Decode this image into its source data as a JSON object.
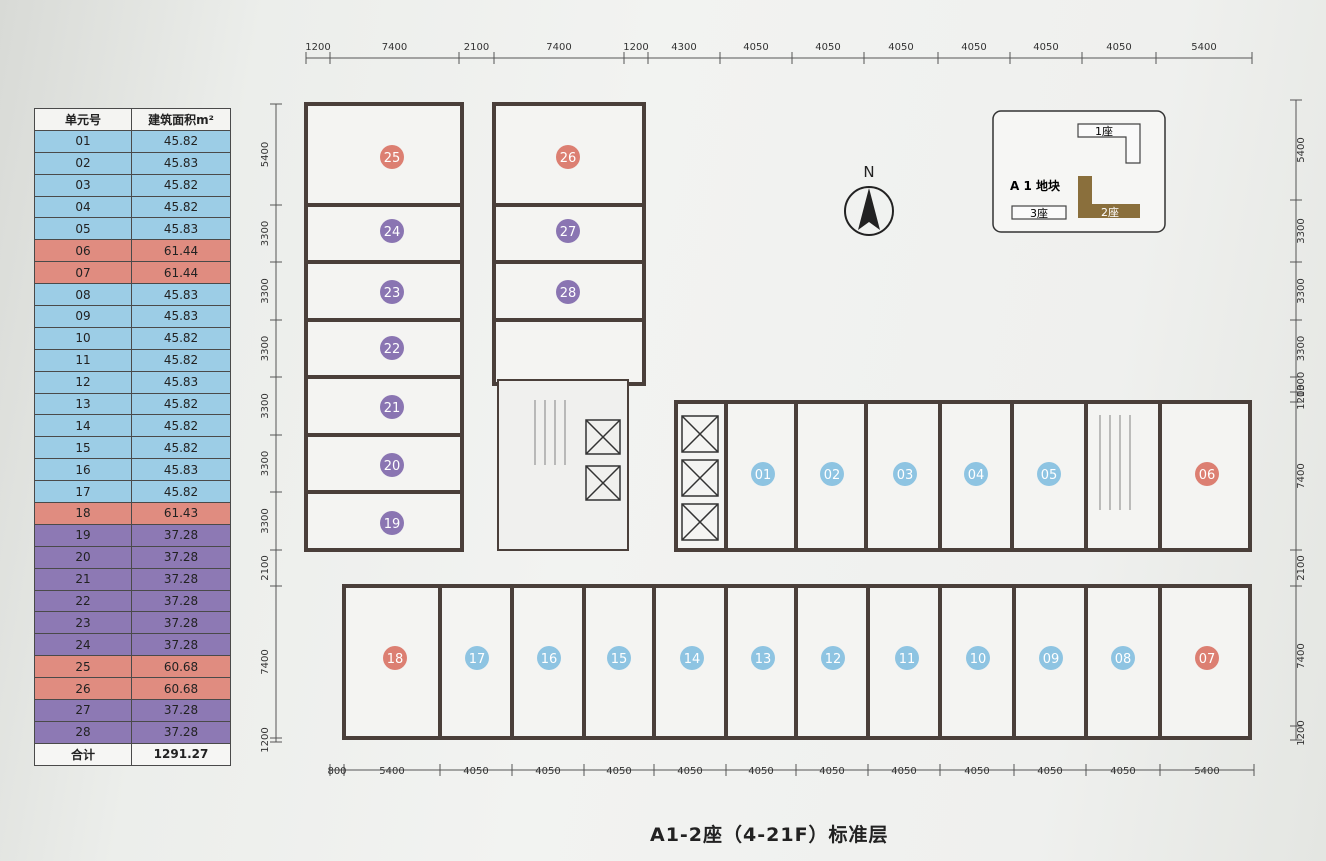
{
  "table": {
    "headers": [
      "单元号",
      "建筑面积m²"
    ],
    "rows": [
      {
        "unit": "01",
        "area": "45.82",
        "type": "blue"
      },
      {
        "unit": "02",
        "area": "45.83",
        "type": "blue"
      },
      {
        "unit": "03",
        "area": "45.82",
        "type": "blue"
      },
      {
        "unit": "04",
        "area": "45.82",
        "type": "blue"
      },
      {
        "unit": "05",
        "area": "45.83",
        "type": "blue"
      },
      {
        "unit": "06",
        "area": "61.44",
        "type": "red"
      },
      {
        "unit": "07",
        "area": "61.44",
        "type": "red"
      },
      {
        "unit": "08",
        "area": "45.83",
        "type": "blue"
      },
      {
        "unit": "09",
        "area": "45.83",
        "type": "blue"
      },
      {
        "unit": "10",
        "area": "45.82",
        "type": "blue"
      },
      {
        "unit": "11",
        "area": "45.82",
        "type": "blue"
      },
      {
        "unit": "12",
        "area": "45.83",
        "type": "blue"
      },
      {
        "unit": "13",
        "area": "45.82",
        "type": "blue"
      },
      {
        "unit": "14",
        "area": "45.82",
        "type": "blue"
      },
      {
        "unit": "15",
        "area": "45.82",
        "type": "blue"
      },
      {
        "unit": "16",
        "area": "45.83",
        "type": "blue"
      },
      {
        "unit": "17",
        "area": "45.82",
        "type": "blue"
      },
      {
        "unit": "18",
        "area": "61.43",
        "type": "red"
      },
      {
        "unit": "19",
        "area": "37.28",
        "type": "purple"
      },
      {
        "unit": "20",
        "area": "37.28",
        "type": "purple"
      },
      {
        "unit": "21",
        "area": "37.28",
        "type": "purple"
      },
      {
        "unit": "22",
        "area": "37.28",
        "type": "purple"
      },
      {
        "unit": "23",
        "area": "37.28",
        "type": "purple"
      },
      {
        "unit": "24",
        "area": "37.28",
        "type": "purple"
      },
      {
        "unit": "25",
        "area": "60.68",
        "type": "red"
      },
      {
        "unit": "26",
        "area": "60.68",
        "type": "red"
      },
      {
        "unit": "27",
        "area": "37.28",
        "type": "purple"
      },
      {
        "unit": "28",
        "area": "37.28",
        "type": "purple"
      }
    ],
    "total_label": "合计",
    "total_value": "1291.27"
  },
  "colors": {
    "blue": "#9ccde6",
    "red": "#e08c80",
    "purple": "#8d79b4",
    "badge_blue": "#8ec4e2",
    "badge_red": "#dc7f72",
    "badge_purple": "#8a75b2",
    "wall": "#4a3f3a",
    "highlight_block": "#8a6f3c"
  },
  "dimensions": {
    "top": [
      "1200",
      "7400",
      "2100",
      "7400",
      "1200",
      "4300",
      "4050",
      "4050",
      "4050",
      "4050",
      "4050",
      "4050",
      "5400"
    ],
    "bottom": [
      "800",
      "5400",
      "4050",
      "4050",
      "4050",
      "4050",
      "4050",
      "4050",
      "4050",
      "4050",
      "4050",
      "4050",
      "5400"
    ],
    "left": [
      "5400",
      "3300",
      "3300",
      "3300",
      "3300",
      "3300",
      "3300",
      "2100",
      "7400",
      "1200"
    ],
    "right": [
      "5400",
      "3300",
      "3300",
      "3300",
      "1300",
      "1200",
      "7400",
      "2100",
      "7400",
      "1200"
    ]
  },
  "compass": {
    "label": "N"
  },
  "site_map": {
    "block_label": "A 1 地块",
    "buildings": [
      "1座",
      "2座",
      "3座"
    ]
  },
  "units_on_plan": {
    "west_wing": [
      "25",
      "24",
      "23",
      "22",
      "21",
      "20",
      "19"
    ],
    "north_core": [
      "26",
      "27",
      "28"
    ],
    "north_row": [
      "01",
      "02",
      "03",
      "04",
      "05",
      "06"
    ],
    "south_row": [
      "18",
      "17",
      "16",
      "15",
      "14",
      "13",
      "12",
      "11",
      "10",
      "09",
      "08",
      "07"
    ]
  },
  "caption": "A1-2座（4-21F）标准层"
}
